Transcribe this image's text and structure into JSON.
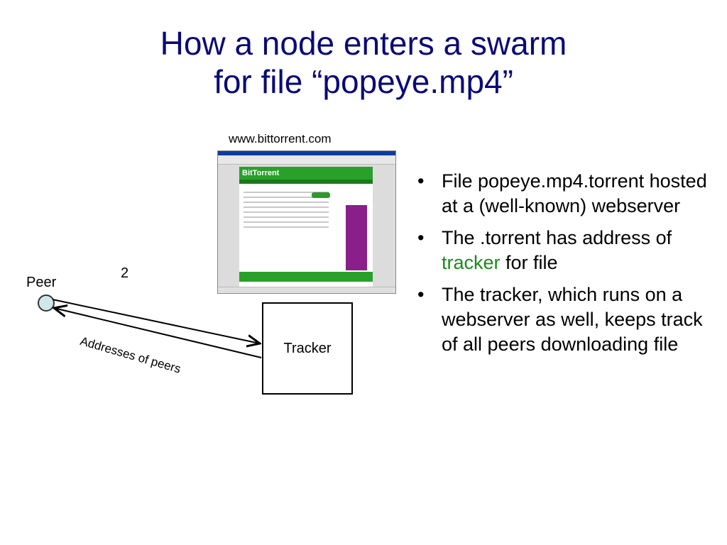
{
  "slide": {
    "title_line1": "How a node enters a swarm",
    "title_line2": "for file “popeye.mp4”"
  },
  "diagram": {
    "url_label": "www.bittorrent.com",
    "peer_label": "Peer",
    "step_number": "2",
    "tracker_label": "Tracker",
    "edge_label": "Addresses of peers"
  },
  "screenshot": {
    "logo_text": "BitTorrent"
  },
  "bullets": [
    {
      "text": "File popeye.mp4.torrent hosted at a (well-known) webserver"
    },
    {
      "before": "The .torrent has address of ",
      "highlight": "tracker",
      "after": " for file"
    },
    {
      "text": "The tracker, which runs on a webserver as well, keeps track of all peers downloading file"
    }
  ],
  "colors": {
    "title": "#0a0a78",
    "highlight": "#1a8a1a",
    "bittorrent_green": "#29a02a"
  }
}
